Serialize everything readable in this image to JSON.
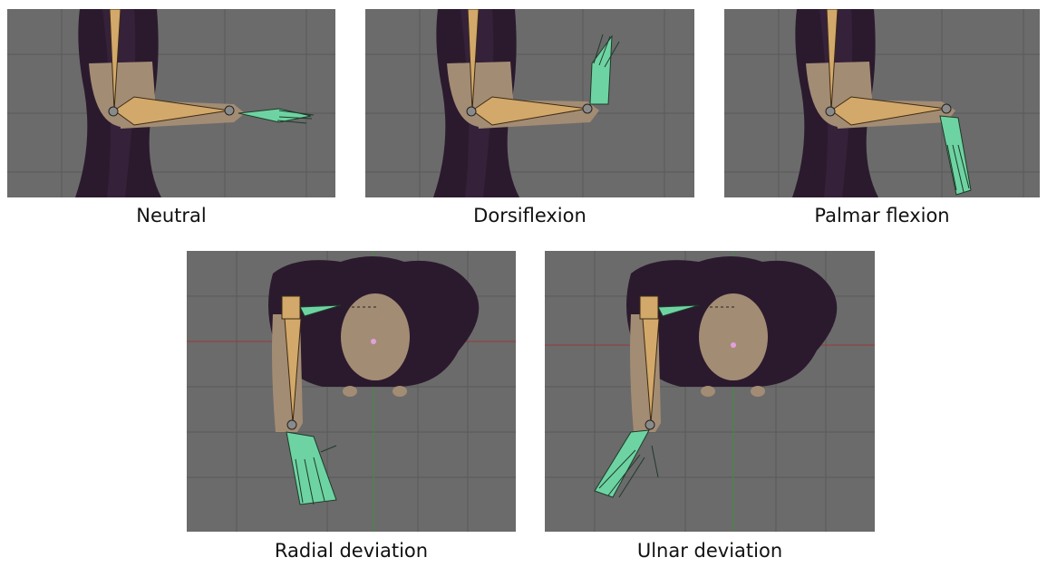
{
  "figure": {
    "panels": [
      {
        "id": "neutral",
        "caption": "Neutral"
      },
      {
        "id": "dorsiflexion",
        "caption": "Dorsiflexion"
      },
      {
        "id": "palmar",
        "caption": "Palmar flexion"
      },
      {
        "id": "radial",
        "caption": "Radial deviation"
      },
      {
        "id": "ulnar",
        "caption": "Ulnar deviation"
      }
    ]
  },
  "colors": {
    "viewport_bg": "#6b6b6b",
    "grid_line": "#5a5a5a",
    "body_dark": "#2b1a2d",
    "body_mid": "#3a2540",
    "skin": "#a38c74",
    "bone": "#d2a86b",
    "bone_edge": "#3d2b12",
    "hand_bone": "#6ed3a2",
    "axis_red": "#9a3a3a",
    "axis_green": "#3f8f3f"
  }
}
